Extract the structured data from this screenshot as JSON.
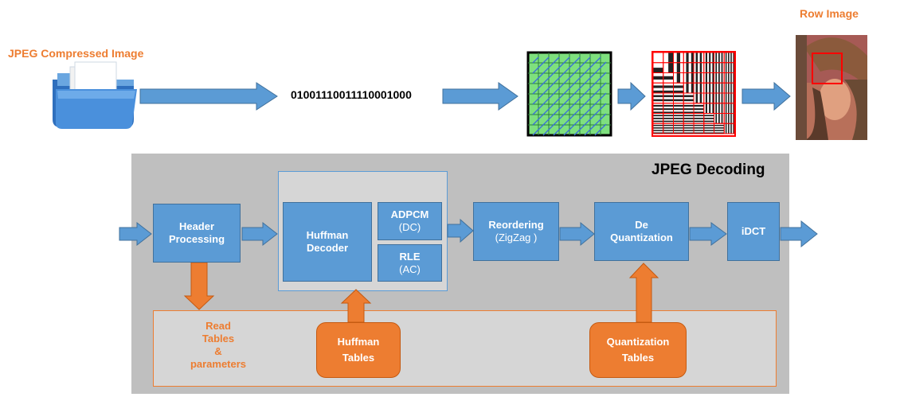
{
  "labels": {
    "jpeg_compressed_image": "JPEG Compressed Image",
    "row_image": "Row Image",
    "bitstream": "01001110011110001000",
    "jpeg_decoding": "JPEG Decoding"
  },
  "blocks": {
    "header": [
      "Header",
      "Processing"
    ],
    "huffman_decoder": [
      "Huffman",
      "Decoder"
    ],
    "adpcm": [
      "ADPCM",
      "(DC)"
    ],
    "rle": [
      "RLE",
      "(AC)"
    ],
    "reordering": [
      "Reordering",
      "(ZigZag )"
    ],
    "dequant": [
      "De",
      "Quantization"
    ],
    "idct": "iDCT"
  },
  "tables": {
    "read": [
      "Read",
      "Tables",
      "&",
      "parameters"
    ],
    "huffman": [
      "Huffman",
      "Tables"
    ],
    "quant": [
      "Quantization",
      "Tables"
    ]
  },
  "colors": {
    "blue": "#5b9bd5",
    "orange": "#ed7d31",
    "panel": "#bfbfbf",
    "grid_green": "#7ee07e",
    "red": "#ff0000"
  },
  "icons": [
    "folder-icon",
    "zigzag-grid-icon",
    "dct-basis-icon",
    "photo-icon"
  ]
}
